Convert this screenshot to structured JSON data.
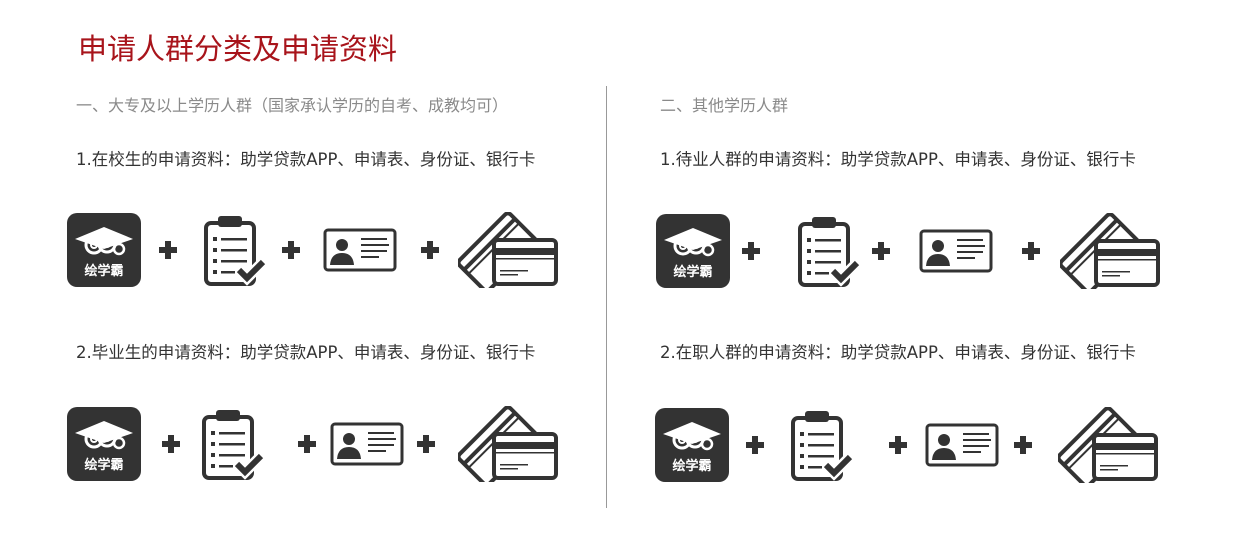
{
  "title": "申请人群分类及申请资料",
  "left": {
    "heading": "一、大专及以上学历人群（国家承认学历的自考、成教均可）",
    "items": [
      {
        "label": "1.在校生的申请资料：助学贷款APP、申请表、身份证、银行卡"
      },
      {
        "label": "2.毕业生的申请资料：助学贷款APP、申请表、身份证、银行卡"
      }
    ]
  },
  "right": {
    "heading": "二、其他学历人群",
    "items": [
      {
        "label": "1.待业人群的申请资料：助学贷款APP、申请表、身份证、银行卡"
      },
      {
        "label": "2.在职人群的申请资料：助学贷款APP、申请表、身份证、银行卡"
      }
    ]
  },
  "app_logo_text": "绘学霸",
  "icons": [
    "app-logo-icon",
    "plus-icon",
    "clipboard-checklist-icon",
    "plus-icon",
    "id-card-icon",
    "plus-icon",
    "bank-cards-icon"
  ],
  "colors": {
    "title": "#a8141b",
    "icon": "#333333"
  }
}
